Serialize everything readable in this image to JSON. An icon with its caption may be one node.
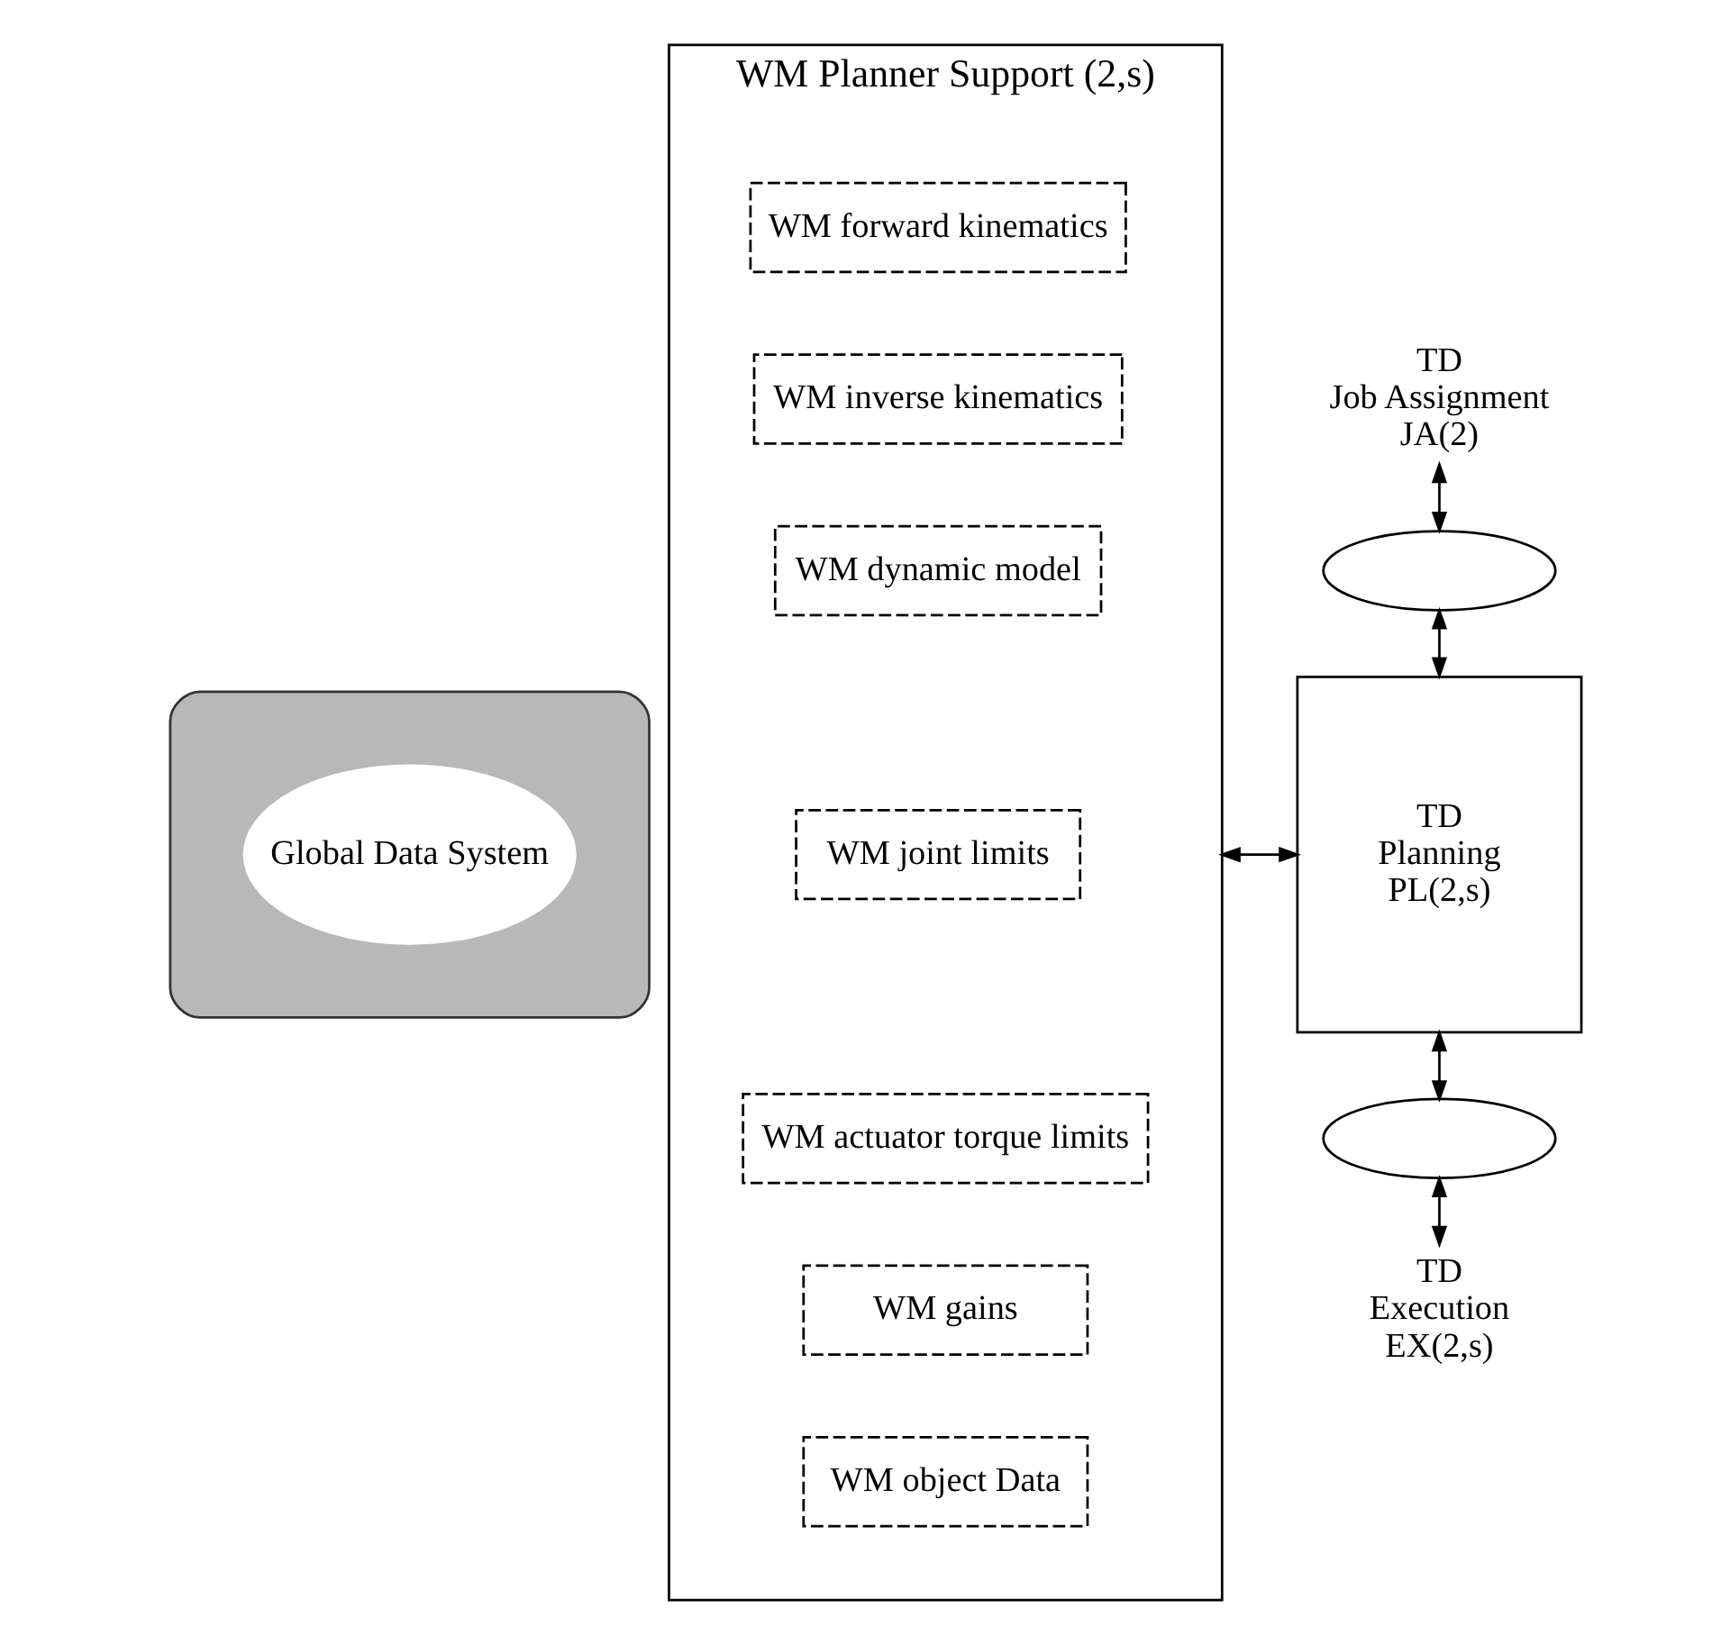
{
  "diagram": {
    "nodes": [
      {
        "text": [],
        "shape": "ellipse"
      },
      {
        "text": [
          "Global Data System"
        ],
        "in": 0
      },
      {
        "text": [
          "WM Planner Support (2,s)"
        ]
      },
      {
        "text": [
          "WM forward kinematics"
        ],
        "in": 2
      },
      {
        "text": [
          "WM inverse kinematics"
        ],
        "in": 2
      },
      {
        "text": [
          "WM dynamic model"
        ],
        "in": 2
      },
      {
        "text": [
          "WM joint limits"
        ],
        "in": 2
      },
      {
        "text": [
          "WM actuator torque limits"
        ],
        "in": 2
      },
      {
        "text": [
          "WM gains"
        ],
        "in": 2
      },
      {
        "text": [
          "WM object Data"
        ],
        "in": 2
      },
      {
        "text": [
          "TD",
          "Job Assignment",
          "JA(2)"
        ]
      },
      {
        "text": [],
        "shape": "ellipse"
      },
      {
        "text": [
          "TD",
          "Planning",
          "PL(2,s)"
        ]
      },
      {
        "text": [],
        "shape": "ellipse"
      },
      {
        "text": [
          "TD",
          "Execution",
          "EX(2,s)"
        ]
      }
    ],
    "edges": [
      {
        "from": 10,
        "to": 11,
        "arrow": "both"
      },
      {
        "from": 11,
        "to": 12,
        "arrow": "both"
      },
      {
        "from": 2,
        "to": 12,
        "arrow": "both"
      },
      {
        "from": 12,
        "to": 13,
        "arrow": "both"
      },
      {
        "from": 13,
        "to": 14,
        "arrow": "both"
      }
    ]
  }
}
